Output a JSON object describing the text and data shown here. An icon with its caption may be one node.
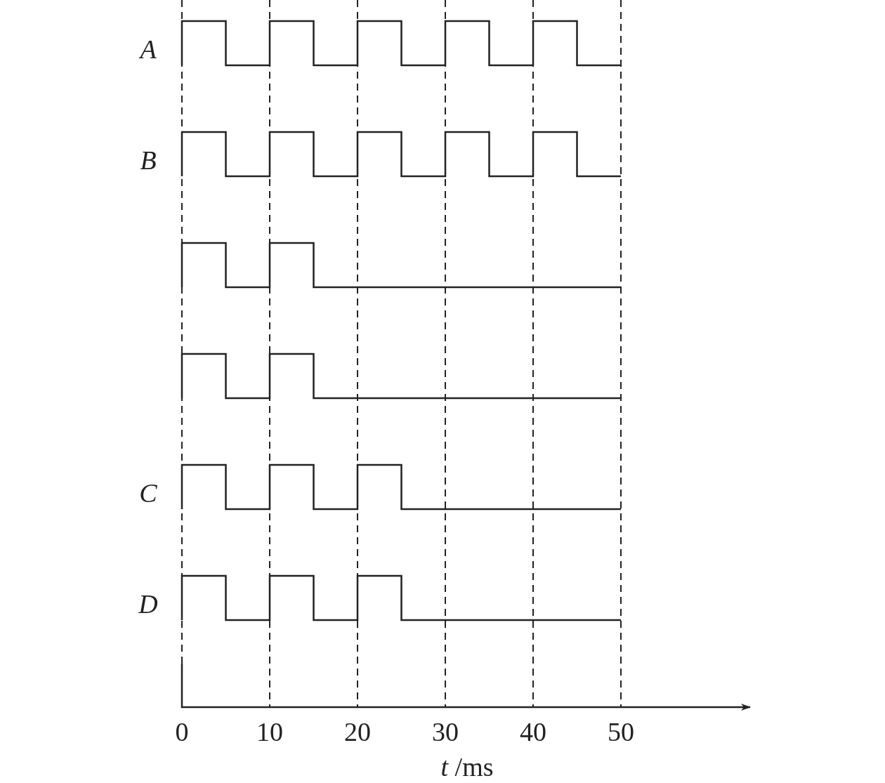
{
  "diagram": {
    "labels": [
      "A",
      "B",
      "C",
      "D",
      "0",
      "10",
      "20",
      "30",
      "40",
      "50",
      "*t* /ms"
    ]
  }
}
